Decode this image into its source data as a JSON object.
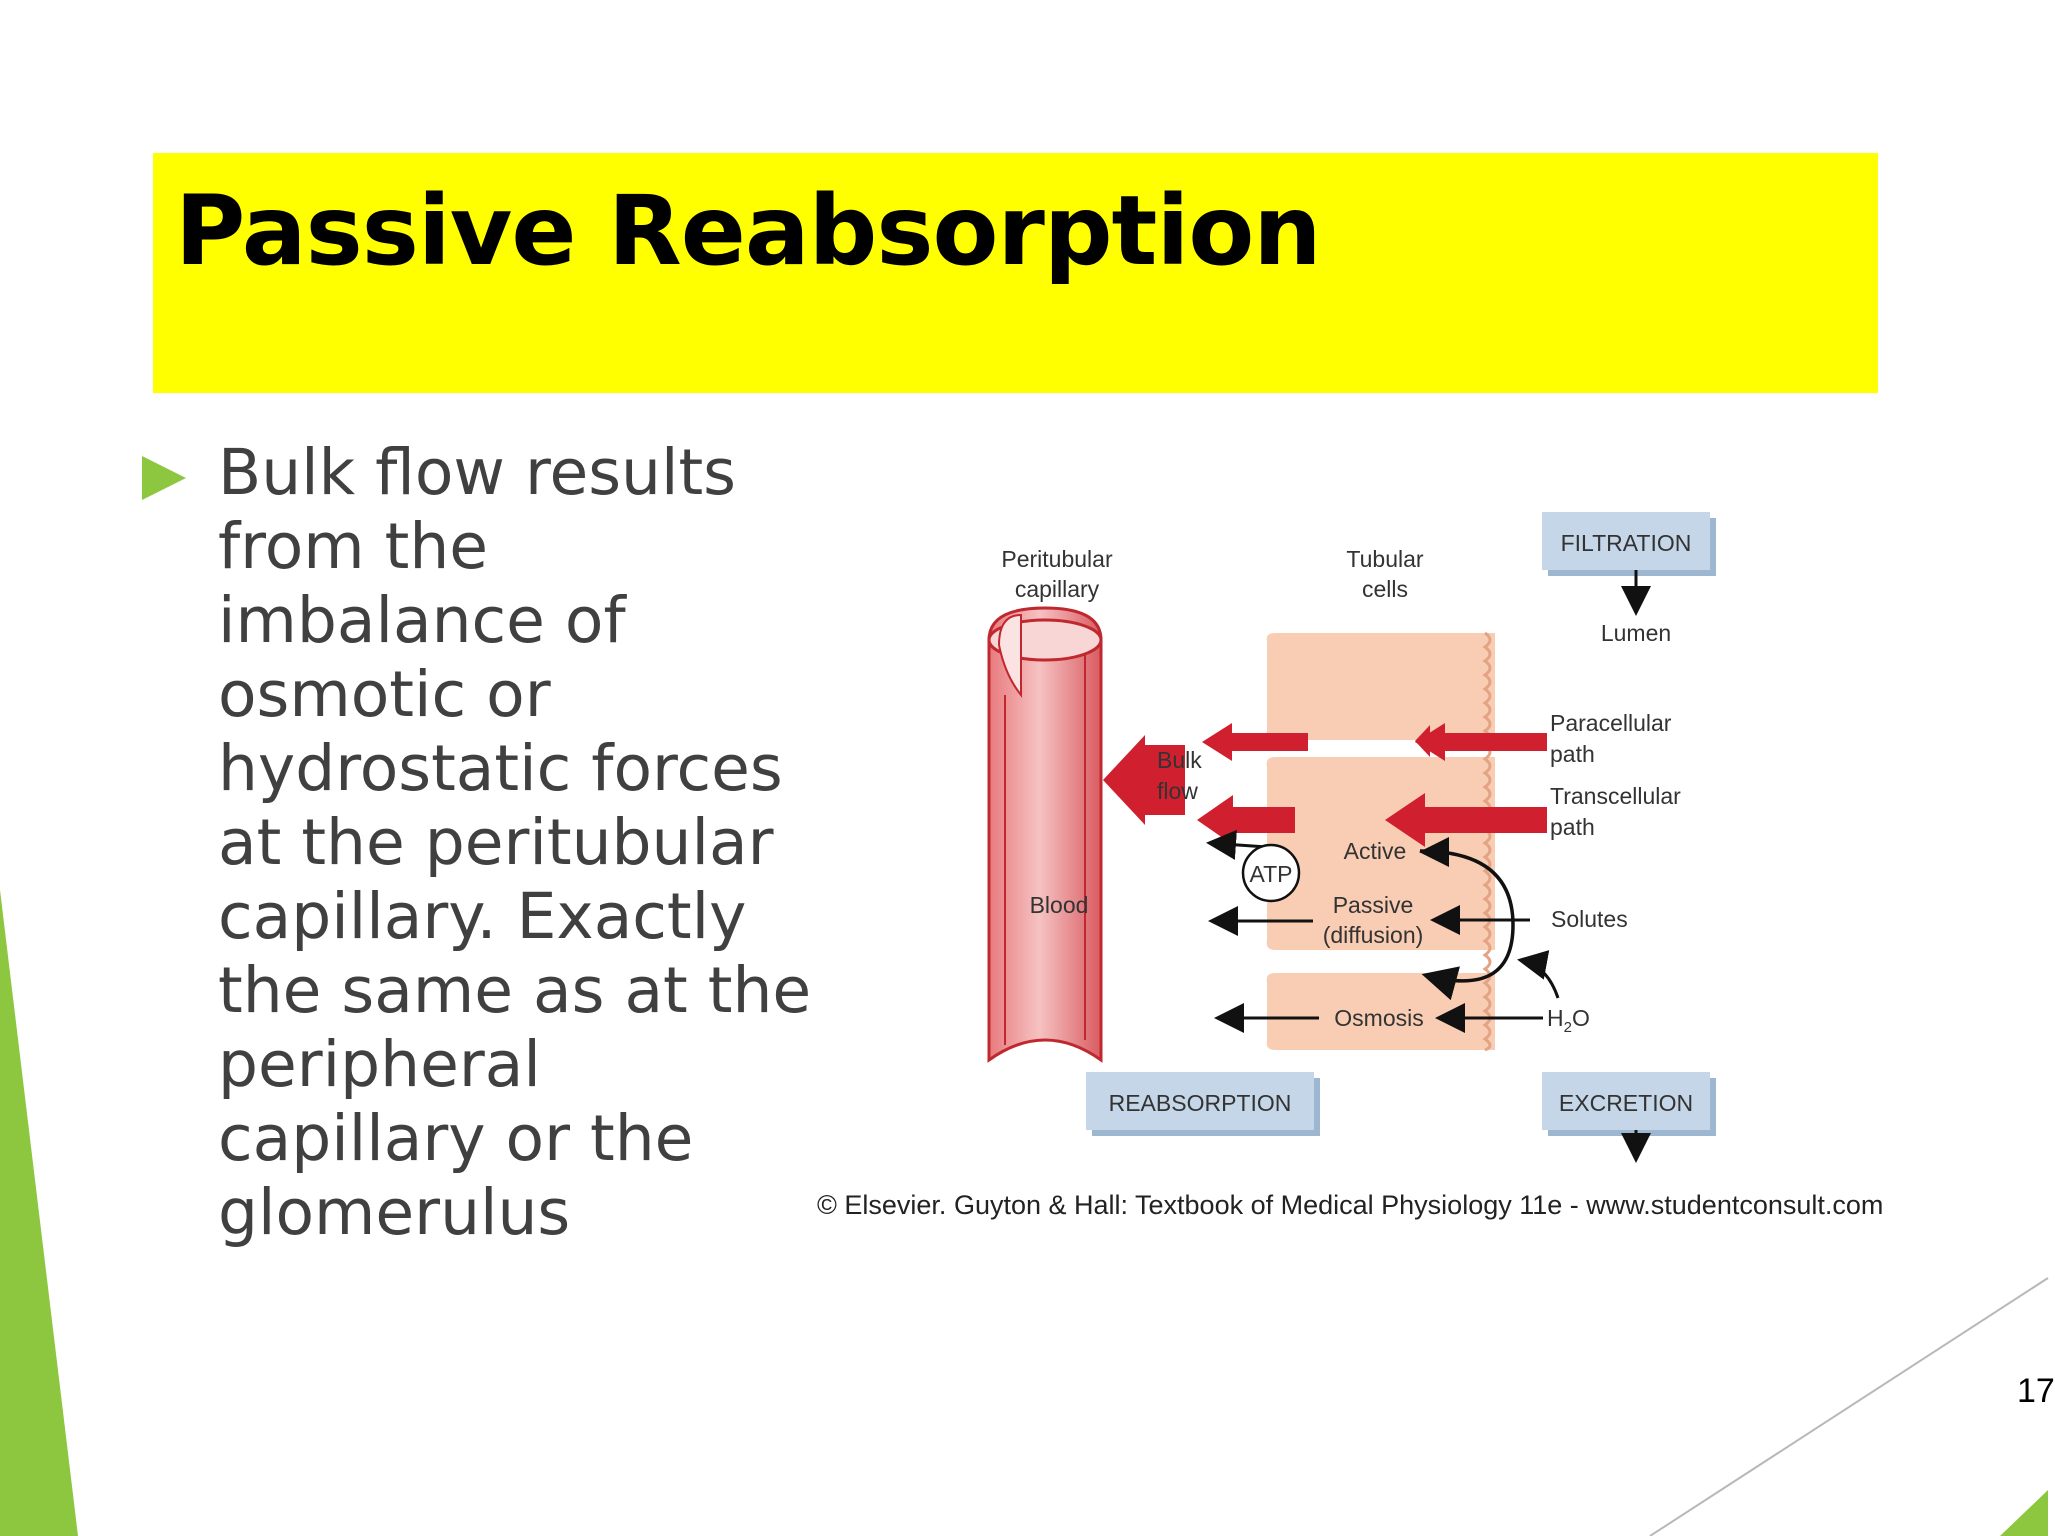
{
  "slide": {
    "title": "Passive Reabsorption",
    "bullet": "Bulk flow results\nfrom the\nimbalance of\nosmotic or\nhydrostatic forces\nat the peritubular\ncapillary.  Exactly\nthe same as at the\nperipheral\ncapillary or the\nglomerulus",
    "page_number": "17",
    "accent_color": "#8dc63f",
    "title_bg_color": "#ffff00"
  },
  "figure": {
    "label_peritubular": [
      "Peritubular",
      "capillary"
    ],
    "label_tubular": [
      "Tubular",
      "cells"
    ],
    "box_filtration": "FILTRATION",
    "label_lumen": "Lumen",
    "label_paracellular": [
      "Paracellular",
      "path"
    ],
    "label_transcellular": [
      "Transcellular",
      "path"
    ],
    "label_bulk": [
      "Bulk",
      "flow"
    ],
    "label_atp": "ATP",
    "label_active": "Active",
    "label_passive": [
      "Passive",
      "(diffusion)"
    ],
    "label_solutes": "Solutes",
    "label_blood": "Blood",
    "label_osmosis": "Osmosis",
    "label_h2o_main": "H",
    "label_h2o_sub": "2",
    "label_h2o_end": "O",
    "box_reabsorption": "REABSORPTION",
    "box_excretion": "EXCRETION",
    "credit": "© Elsevier. Guyton & Hall: Textbook of Medical Physiology 11e - www.studentconsult.com"
  }
}
